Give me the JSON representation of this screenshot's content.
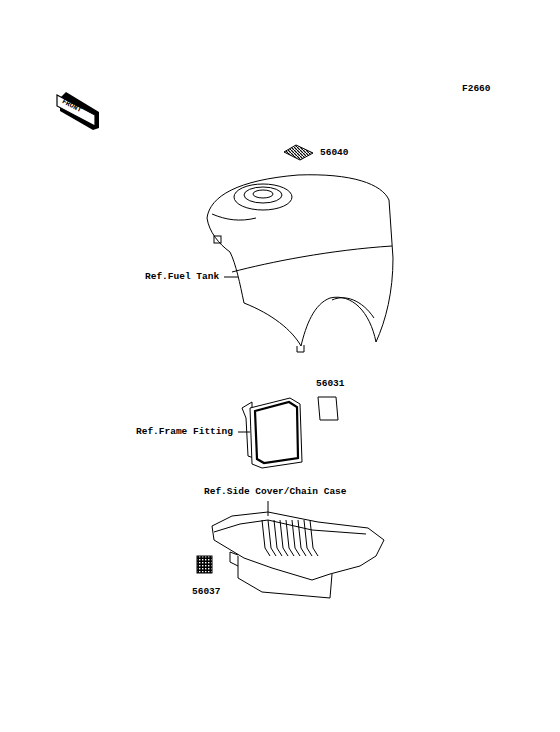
{
  "diagram": {
    "labels": [
      "F2660",
      "FRONT",
      "56040",
      "Ref.Fuel Tank",
      "56031",
      "Ref.Frame Fitting",
      "Ref.Side Cover/Chain Case",
      "56037"
    ]
  }
}
